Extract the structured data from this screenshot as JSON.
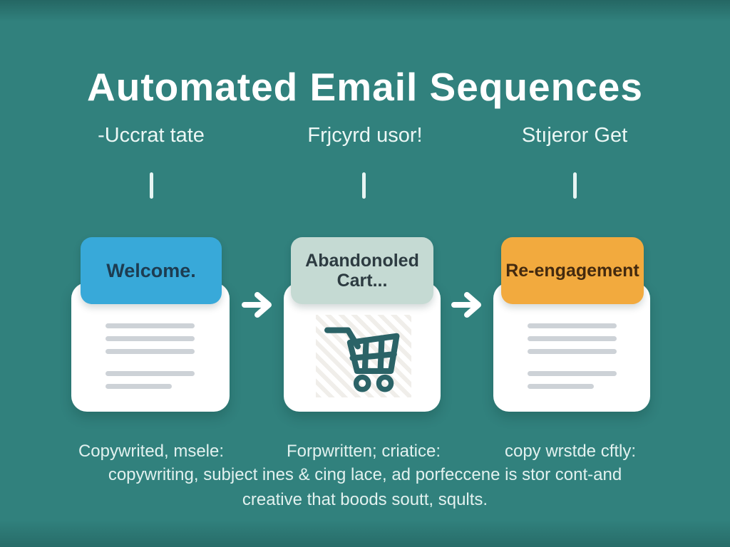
{
  "title": "Automated Email Sequences",
  "columns": [
    {
      "subtitle": "-Uccrat tate",
      "tab": {
        "label": "Welcome."
      },
      "caption": "Copywrited, msele:"
    },
    {
      "subtitle": "Frjcyrd usor!",
      "tab": {
        "label": "Abandonoled Cart..."
      },
      "caption": "Forpwritten; criatice:"
    },
    {
      "subtitle": "Stıjeror Get",
      "tab": {
        "label": "Re-engagement"
      },
      "caption": "copy wrstde cftly:"
    }
  ],
  "footer": {
    "line1": "copywriting, subject ines & cing lace, ad porfeccene is stor cont-and",
    "line2": "creative that boods soutt, sqults."
  },
  "icons": {
    "flow_arrow": "arrow-right-icon",
    "cart": "shopping-cart-icon"
  },
  "colors": {
    "background": "#31817D",
    "tab_welcome": "#38A9D9",
    "tab_abandoned_cart": "#C5DAD3",
    "tab_reengagement": "#F2AA3E",
    "card": "#FFFFFF",
    "cart_icon": "#2B6367",
    "placeholder_line": "#CDD2D7",
    "title_text": "#FFFFFF"
  }
}
